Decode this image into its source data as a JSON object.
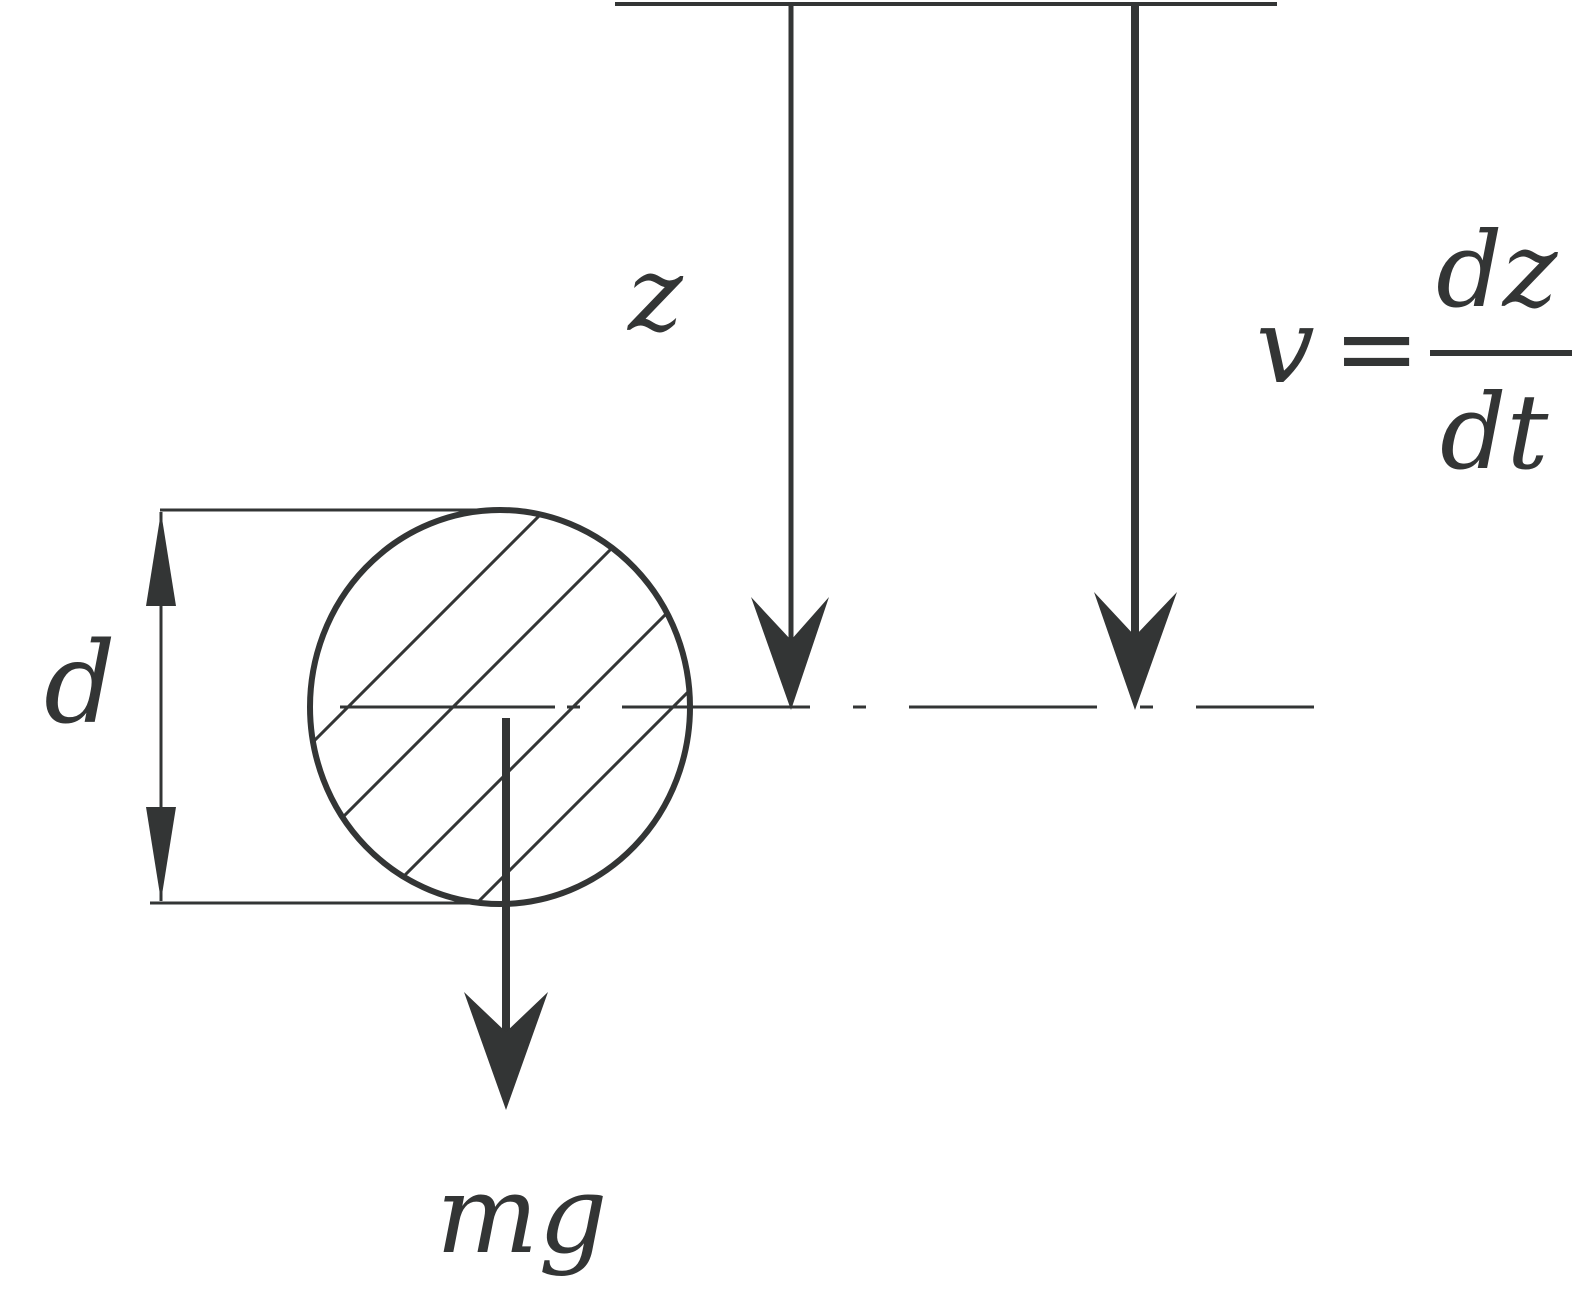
{
  "labels": {
    "displacement": "z",
    "velocity_lhs": "v",
    "equals": "=",
    "velocity_numerator": "dz",
    "velocity_denominator": "dt",
    "diameter": "d",
    "weight": "mg"
  },
  "colors": {
    "ink": "#333535",
    "background": "#ffffff"
  }
}
